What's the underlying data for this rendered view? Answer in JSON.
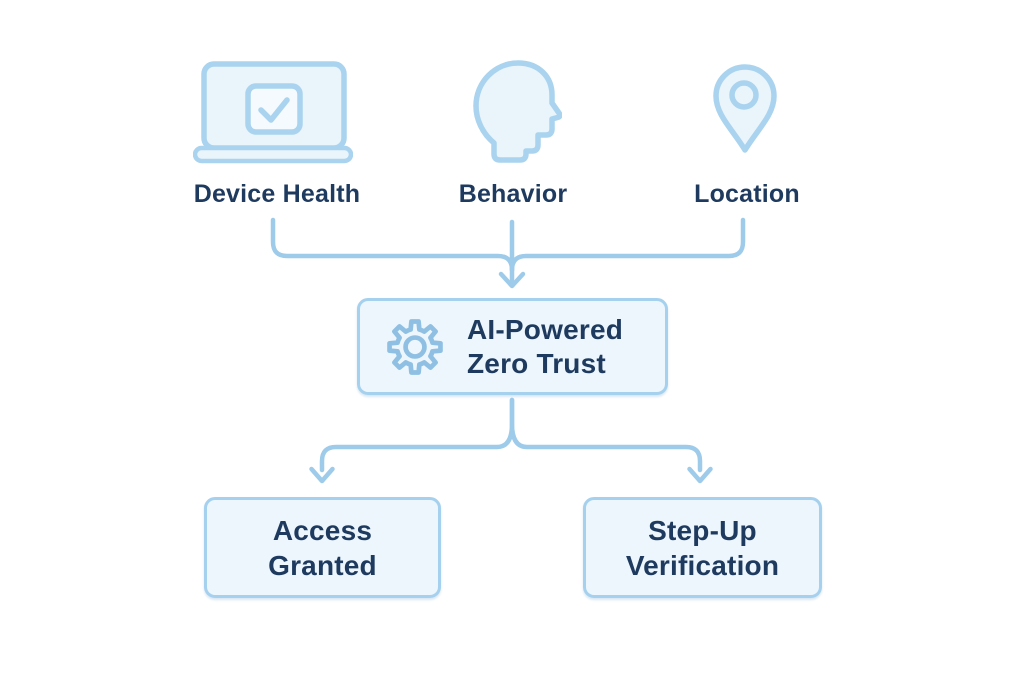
{
  "diagram": {
    "type": "flowchart",
    "palette": {
      "background": "#ffffff",
      "arrow_blue": "#9ecbea",
      "icon_stroke": "#a9d3ee",
      "gear_stroke": "#8fc0e3",
      "box_border": "#a6d1ee",
      "box_fill": "#ecf6fc",
      "icon_fill": "#e9f4fb",
      "text_navy": "#1e3a5e"
    },
    "inputs": [
      {
        "id": "device-health",
        "label": "Device Health",
        "icon": "laptop-check-icon"
      },
      {
        "id": "behavior",
        "label": "Behavior",
        "icon": "head-profile-icon"
      },
      {
        "id": "location",
        "label": "Location",
        "icon": "location-pin-icon"
      }
    ],
    "process": {
      "id": "ai-zero-trust",
      "icon": "gear-icon",
      "lines": [
        "AI-Powered",
        "Zero Trust"
      ]
    },
    "outcomes": [
      {
        "id": "access-granted",
        "lines": [
          "Access",
          "Granted"
        ]
      },
      {
        "id": "step-up-verification",
        "lines": [
          "Step-Up",
          "Verification"
        ]
      }
    ],
    "edges": [
      {
        "from": "device-health",
        "to": "ai-zero-trust"
      },
      {
        "from": "behavior",
        "to": "ai-zero-trust"
      },
      {
        "from": "location",
        "to": "ai-zero-trust"
      },
      {
        "from": "ai-zero-trust",
        "to": "access-granted"
      },
      {
        "from": "ai-zero-trust",
        "to": "step-up-verification"
      }
    ]
  }
}
